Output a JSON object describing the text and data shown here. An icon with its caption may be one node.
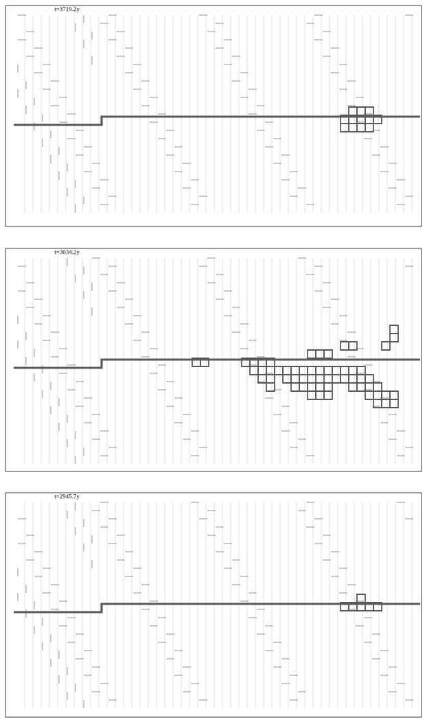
{
  "diagram": {
    "labels": [
      "t=3719.2y",
      "t=3034.2y",
      "t=2945.7y"
    ]
  }
}
